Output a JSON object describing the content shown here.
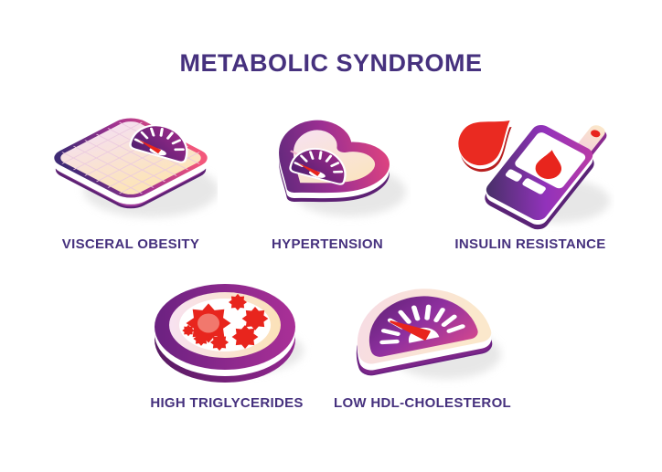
{
  "page": {
    "title": "METABOLIC SYNDROME"
  },
  "items": [
    {
      "id": "visceral-obesity",
      "label": "VISCERAL OBESITY",
      "icon": "weighing-scale-icon"
    },
    {
      "id": "hypertension",
      "label": "HYPERTENSION",
      "icon": "heart-gauge-icon"
    },
    {
      "id": "insulin-resistance",
      "label": "INSULIN RESISTANCE",
      "icon": "glucose-meter-icon"
    },
    {
      "id": "high-triglycerides",
      "label": "HIGH TRIGLYCERIDES",
      "icon": "petri-dish-icon"
    },
    {
      "id": "low-hdl-cholesterol",
      "label": "LOW HDL-CHOLESTEROL",
      "icon": "speedometer-icon"
    }
  ],
  "colors": {
    "background": "#ffffff",
    "title_text": "#46317e",
    "label_text": "#46317e",
    "deep_purple": "#3e2a75",
    "purple": "#7c2689",
    "magenta_pink": "#e0447f",
    "red": "#e8251d",
    "cream": "#fbe4c0",
    "light_pink": "#f5e0f2",
    "shadow_gray": "#d8d8d8"
  }
}
